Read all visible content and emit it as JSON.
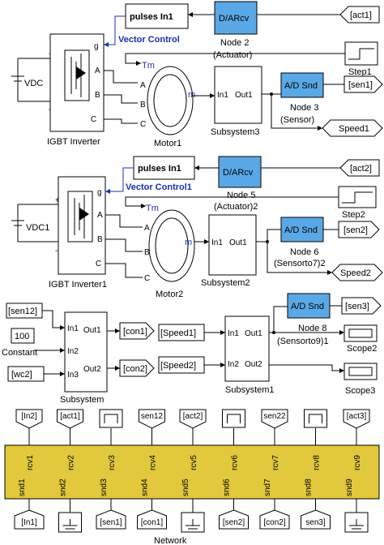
{
  "colors": {
    "wire": "#000000",
    "node_block": "#5aa9e6",
    "network_bus": "#e1c83c",
    "vector_label": "#1a2fb0"
  },
  "section1": {
    "pulses": "pulses In1",
    "vector": "Vector Control",
    "g": "g",
    "dc": "VDC",
    "plus": "+",
    "minus": "-",
    "A": "A",
    "B": "B",
    "C": "C",
    "inverter": "IGBT Inverter",
    "tm": "Tm",
    "m": "m",
    "motA": "A",
    "motB": "B",
    "motC": "C",
    "motor": "Motor1",
    "node_top": "D/ARcv",
    "node_top_caption": "Node 2",
    "node_top_sub": "(Actuator)",
    "act": "[act1]",
    "step": "Step1",
    "subsys_in": "In1",
    "subsys_out": "Out1",
    "subsys": "Subsystem3",
    "ad": "A/D Snd",
    "node_ad_caption": "Node 3",
    "node_ad_sub": "(Sensor)",
    "sen": "[sen1]",
    "speed": "Speed1"
  },
  "section2": {
    "pulses": "pulses In1",
    "vector": "Vector Control1",
    "g": "g",
    "dc": "VDC1",
    "plus": "+",
    "minus": "-",
    "A": "A",
    "B": "B",
    "C": "C",
    "inverter": "IGBT Inverter1",
    "tm": "Tm",
    "m": "m",
    "motA": "A",
    "motB": "B",
    "motC": "C",
    "motor": "Motor2",
    "node_top": "D/ARcv",
    "node_top_caption": "Node 5",
    "node_top_sub": "(Actuator)2",
    "act": "[act2]",
    "step": "Step2",
    "subsys_in": "In1",
    "subsys_out": "Out1",
    "subsys": "Subsystem2",
    "ad": "A/D Snd",
    "node_ad_caption": "Node 6",
    "node_ad_sub": "(Sensorto7)2",
    "sen": "[sen2]",
    "speed": "Speed2"
  },
  "section3": {
    "sen12": "[sen12]",
    "const_val": "100",
    "const_label": "Constant",
    "wc2": "[wc2]",
    "sub_in1": "In1",
    "sub_in2": "In2",
    "sub_in3": "In3",
    "sub_out1": "Out1",
    "sub_out2": "Out2",
    "subsystem": "Subsystem",
    "con1": "[con1]",
    "con2": "[con2]",
    "speed1": "[Speed1]",
    "speed2": "[Speed2]",
    "sub1_in1": "In1",
    "sub1_in2": "In2",
    "sub1_out1": "Out1",
    "sub1_out2": "Out2",
    "subsystem1": "Subsystem1",
    "ad": "A/D Snd",
    "node_caption": "Node 8",
    "node_sub": "(Sensorto9)1",
    "sen3": "[sen3]",
    "scope2": "Scope2",
    "scope3": "Scope3"
  },
  "network": {
    "title": "Network",
    "top_labels": [
      "[In2]",
      "[act1]",
      "",
      "sen12",
      "[act2]",
      "",
      "sen22",
      "",
      "[act3]"
    ],
    "top_scope": [
      false,
      false,
      true,
      false,
      false,
      true,
      false,
      true,
      false
    ],
    "rcv": [
      "rcv1",
      "rcv2",
      "rcv3",
      "rcv4",
      "rcv5",
      "rcv6",
      "rcv7",
      "rcv8",
      "rcv9"
    ],
    "snd": [
      "snd1",
      "snd2",
      "snd3",
      "snd4",
      "snd5",
      "snd6",
      "snd7",
      "snd8",
      "snd9"
    ],
    "bottom_labels": [
      "[In1]",
      "",
      "[sen1]",
      "[con1]",
      "",
      "[sen2]",
      "[con2]",
      "sen3]",
      ""
    ],
    "bottom_ground": [
      false,
      true,
      false,
      false,
      true,
      false,
      false,
      false,
      true
    ]
  }
}
